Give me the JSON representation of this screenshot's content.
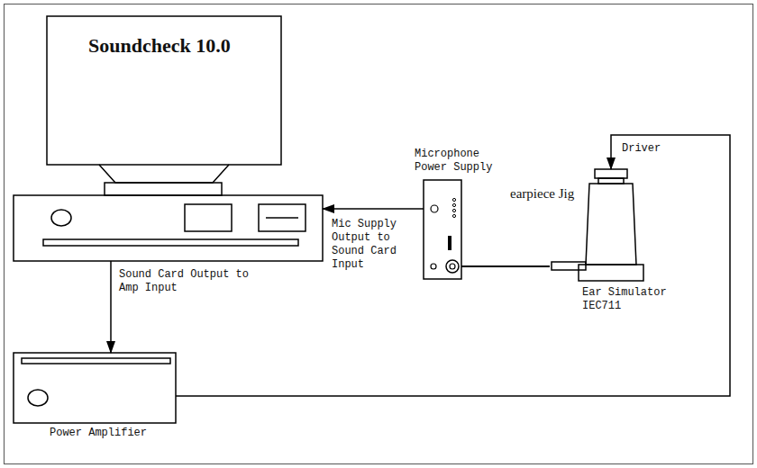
{
  "diagram": {
    "nodes": [
      {
        "text": [
          "Soundcheck 10.0"
        ]
      },
      {
        "text": [
          "Microphone Power Supply"
        ]
      },
      {
        "text": [
          "Ear Simulator IEC711"
        ]
      },
      {
        "text": [
          "Power Amplifier"
        ]
      }
    ],
    "edges": [
      {
        "from": 1,
        "to": 0,
        "arrow": "to",
        "label": "Mic Supply Output to Sound Card Input"
      },
      {
        "from": 0,
        "to": 3,
        "arrow": "to",
        "label": "Sound Card Output to Amp Input"
      },
      {
        "from": 3,
        "to": 2,
        "arrow": "to"
      },
      {
        "from": 1,
        "to": 2,
        "arrow": "none"
      }
    ],
    "labels": [
      "earpiece Jig",
      "Driver"
    ]
  }
}
